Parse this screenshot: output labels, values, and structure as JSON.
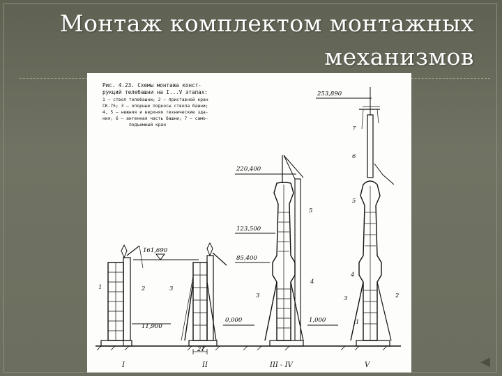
{
  "slide": {
    "title_line1": "Монтаж комплектом монтажных",
    "title_line2": "механизмов",
    "nav_icon": "◀"
  },
  "figure": {
    "caption": [
      "Рис. 4.23. Схемы монтажа конст-",
      "рукций телебашни на I...V этапах:",
      "1 — ствол телебашни; 2 — приставной кран",
      "СК-75; 3 — опорные подкосы ствола башни;",
      "4, 5 — нижняя и верхняя технические зда-",
      "ния; 6 — антенная часть башни; 7 — само-",
      "подъемный кран"
    ],
    "elevations": {
      "top": "253,890",
      "e220": "220,400",
      "e123": "123,500",
      "e85": "85,400",
      "e161": "161,690",
      "e11": "11,900",
      "zero": "0,000",
      "one": "1,000"
    },
    "dimension": "21",
    "stages": [
      "I",
      "II",
      "III - IV",
      "V"
    ],
    "callouts": {
      "n1a": "1",
      "n2a": "2",
      "n3a": "3",
      "n3b": "3",
      "n4b": "4",
      "n5b": "5",
      "n1c": "1",
      "n2c": "2",
      "n3c": "3",
      "n4c": "4",
      "n5c": "5",
      "n6c": "6",
      "n7c": "7"
    }
  }
}
